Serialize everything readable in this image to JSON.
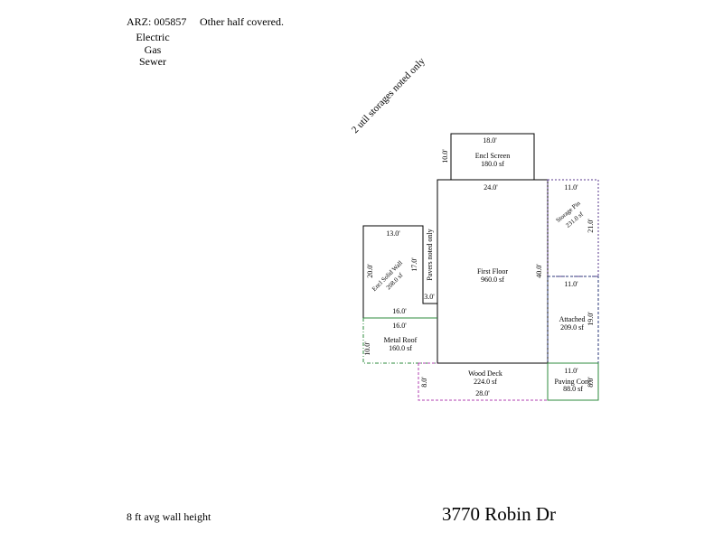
{
  "header": {
    "arz": "ARZ: 005857",
    "note": "Other half covered.",
    "utilities": [
      "Electric",
      "Gas",
      "Sewer"
    ]
  },
  "annotation": "2 util storages noted only",
  "footer": {
    "wall_height": "8 ft avg wall height",
    "address": "3770 Robin Dr"
  },
  "colors": {
    "outline": "#000000",
    "storage_pin": "#5a3a8c",
    "attached": "#2b3a7a",
    "metal_roof": "#2e8b3e",
    "wood_deck": "#b040b0",
    "paving": "#2e8b3e"
  },
  "areas": {
    "encl_screen": {
      "name": "Encl Screen",
      "area": "180.0 sf",
      "dims": [
        "18.0'",
        "10.0'"
      ]
    },
    "first_floor": {
      "name": "First Floor",
      "area": "960.0 sf",
      "dims": [
        "24.0'",
        "40.0'"
      ]
    },
    "storage_pin": {
      "name": "Storage Pin",
      "area": "231.0 sf",
      "dims": [
        "11.0'",
        "21.0'"
      ]
    },
    "attached": {
      "name": "Attached",
      "area": "209.0 sf",
      "dims": [
        "11.0'",
        "19.0'"
      ]
    },
    "encl_solid_wall": {
      "name": "Encl Solid Wall",
      "area": "208.0 sf",
      "dims": [
        "13.0'",
        "20.0'",
        "17.0'",
        "16.0'",
        "3.0'"
      ]
    },
    "pavers": {
      "name": "Pavers noted only"
    },
    "metal_roof": {
      "name": "Metal Roof",
      "area": "160.0 sf",
      "dims": [
        "16.0'",
        "10.0'"
      ]
    },
    "wood_deck": {
      "name": "Wood Deck",
      "area": "224.0 sf",
      "dims": [
        "28.0'",
        "8.0'"
      ]
    },
    "paving_conc": {
      "name": "Paving Conc",
      "area": "88.0 sf",
      "dims": [
        "11.0'",
        "8.0'"
      ]
    }
  }
}
